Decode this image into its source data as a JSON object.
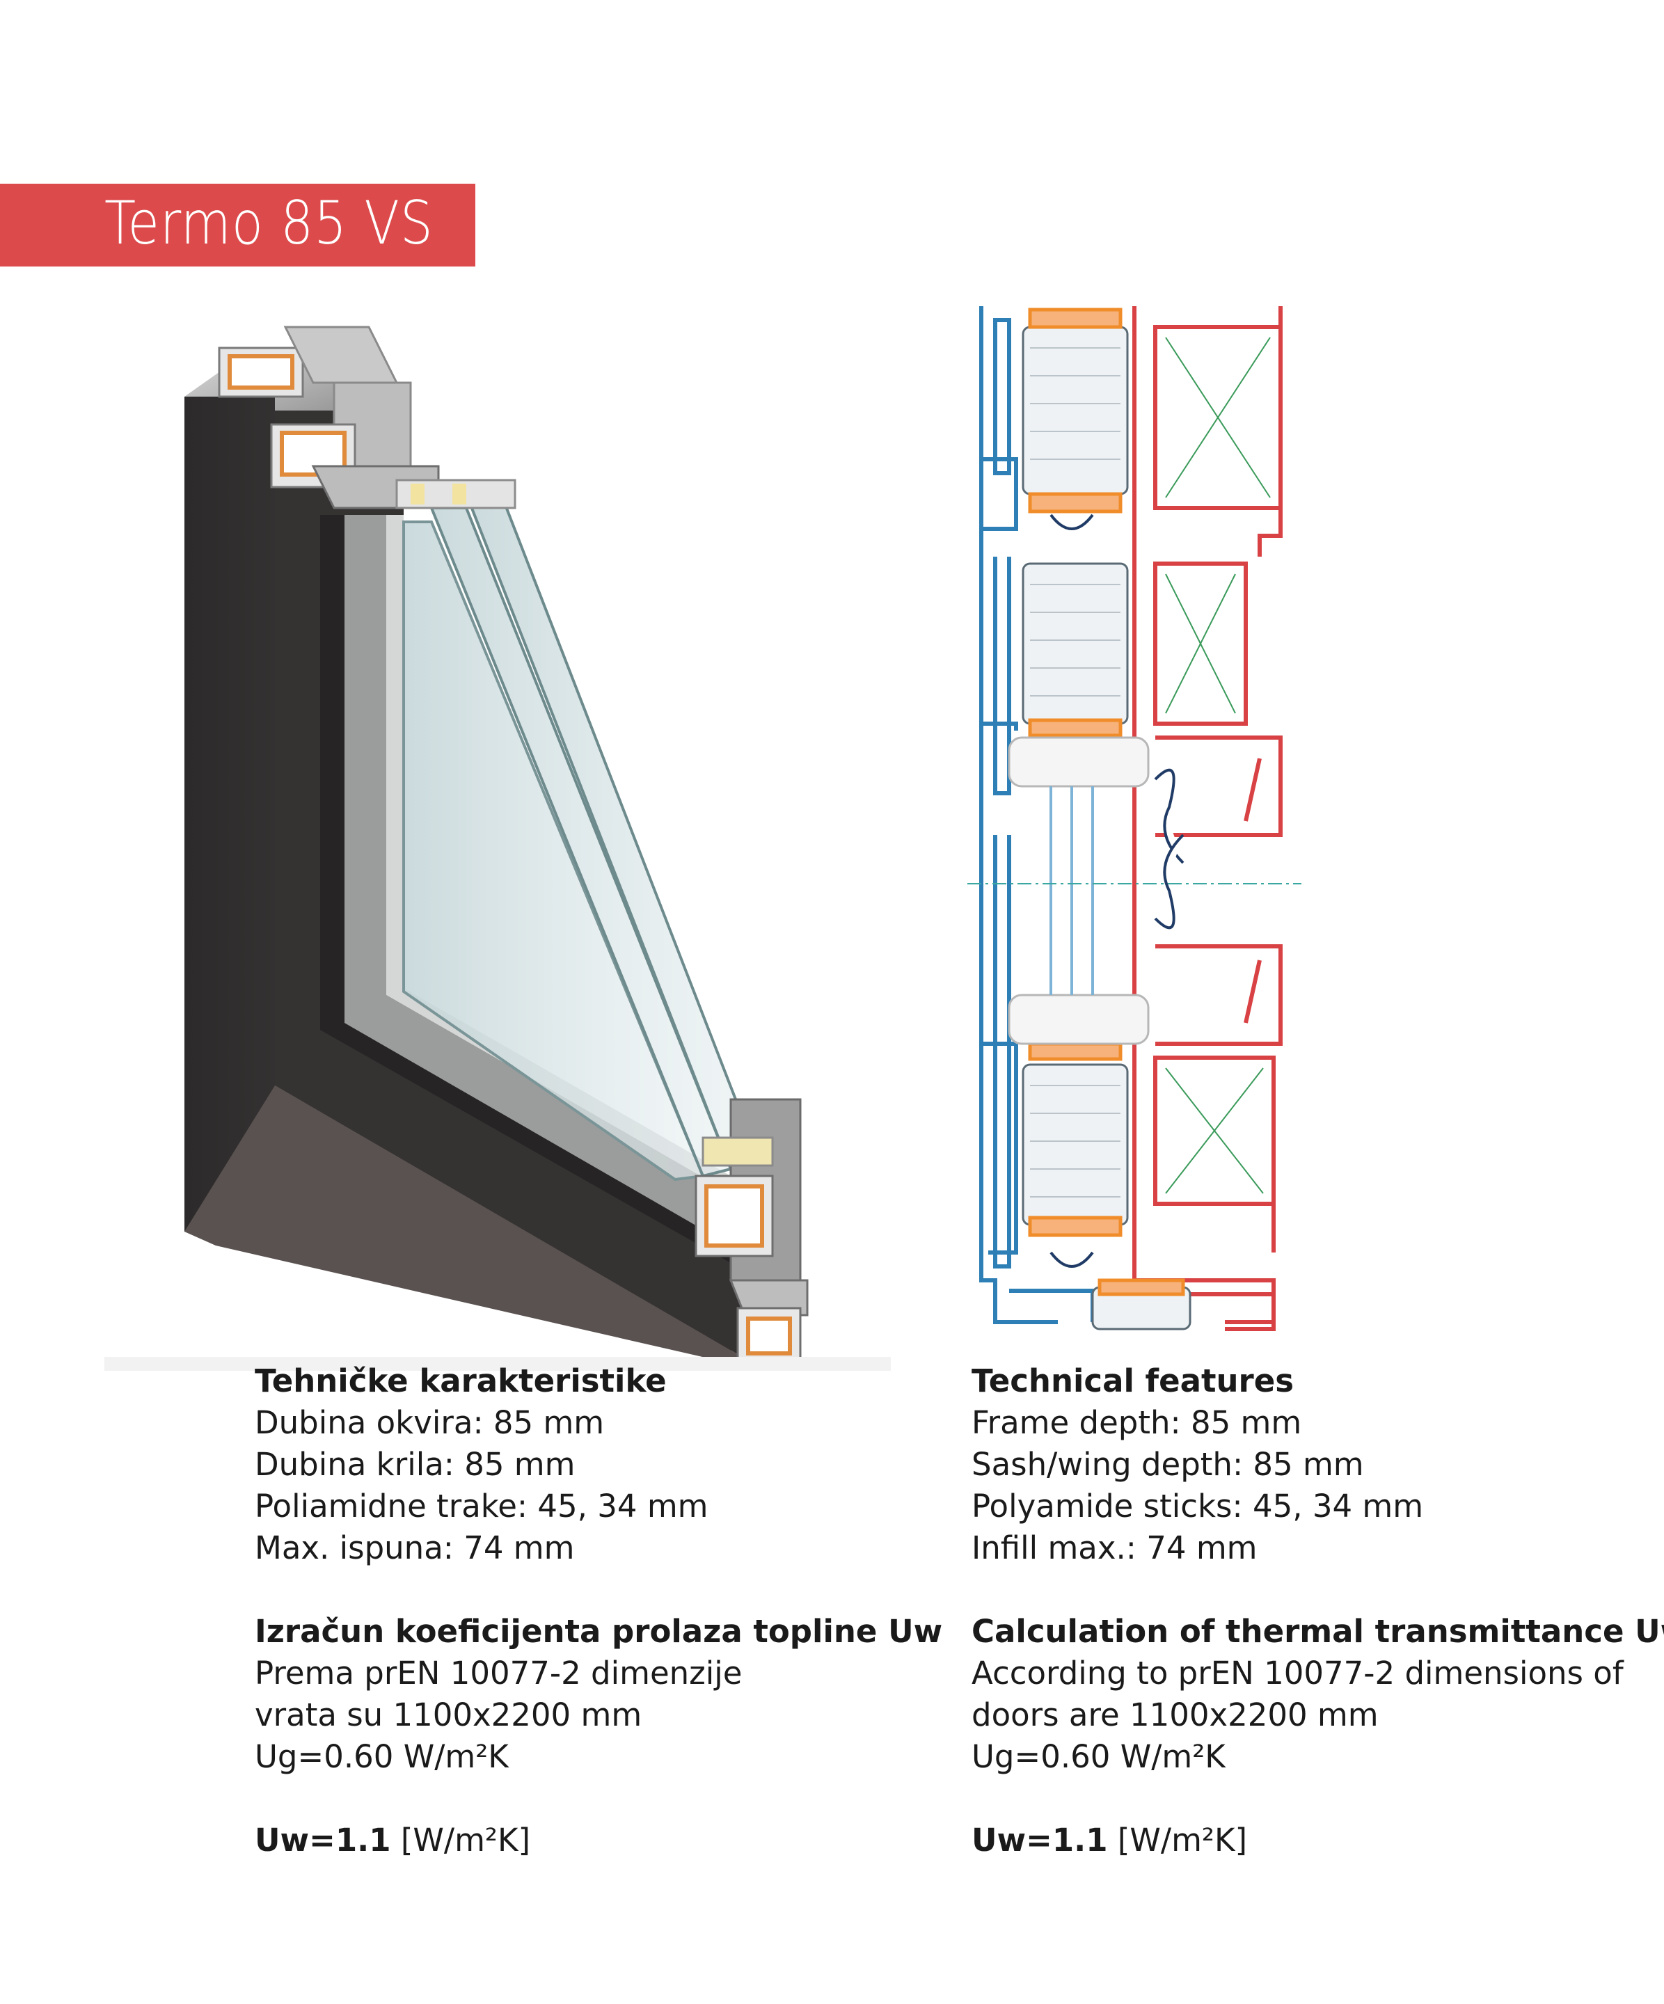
{
  "title": "Termo 85 VS",
  "colors": {
    "accent": "#dc4a4b",
    "outer_profile": "#2d7fb5",
    "inner_profile": "#d94244",
    "thermal_break": "#f08c2a",
    "profile_body": "#3a3838"
  },
  "images": {
    "photo": "aluminium-door-profile-3d-render",
    "section": "door-profile-cross-section-drawing"
  },
  "hr": {
    "features_heading": "Tehničke karakteristike",
    "features": [
      "Dubina okvira: 85 mm",
      "Dubina krila: 85 mm",
      "Poliamidne trake: 45, 34 mm",
      "Max. ispuna: 74 mm"
    ],
    "calc_heading": "Izračun koeficijenta prolaza topline Uw",
    "calc_lines": [
      "Prema prEN 10077-2 dimenzije",
      "vrata su 1100x2200 mm",
      "Ug=0.60 W/m²K"
    ],
    "result_value": "Uw=1.1",
    "result_unit": "[W/m²K]"
  },
  "en": {
    "features_heading": "Technical features",
    "features": [
      "Frame depth: 85 mm",
      "Sash/wing depth: 85 mm",
      "Polyamide sticks: 45, 34 mm",
      "Infill max.: 74 mm"
    ],
    "calc_heading": "Calculation of thermal transmittance Uw",
    "calc_lines": [
      "According to prEN 10077-2 dimensions of",
      "doors are 1100x2200 mm",
      "Ug=0.60 W/m²K"
    ],
    "result_value": "Uw=1.1",
    "result_unit": "[W/m²K]"
  }
}
